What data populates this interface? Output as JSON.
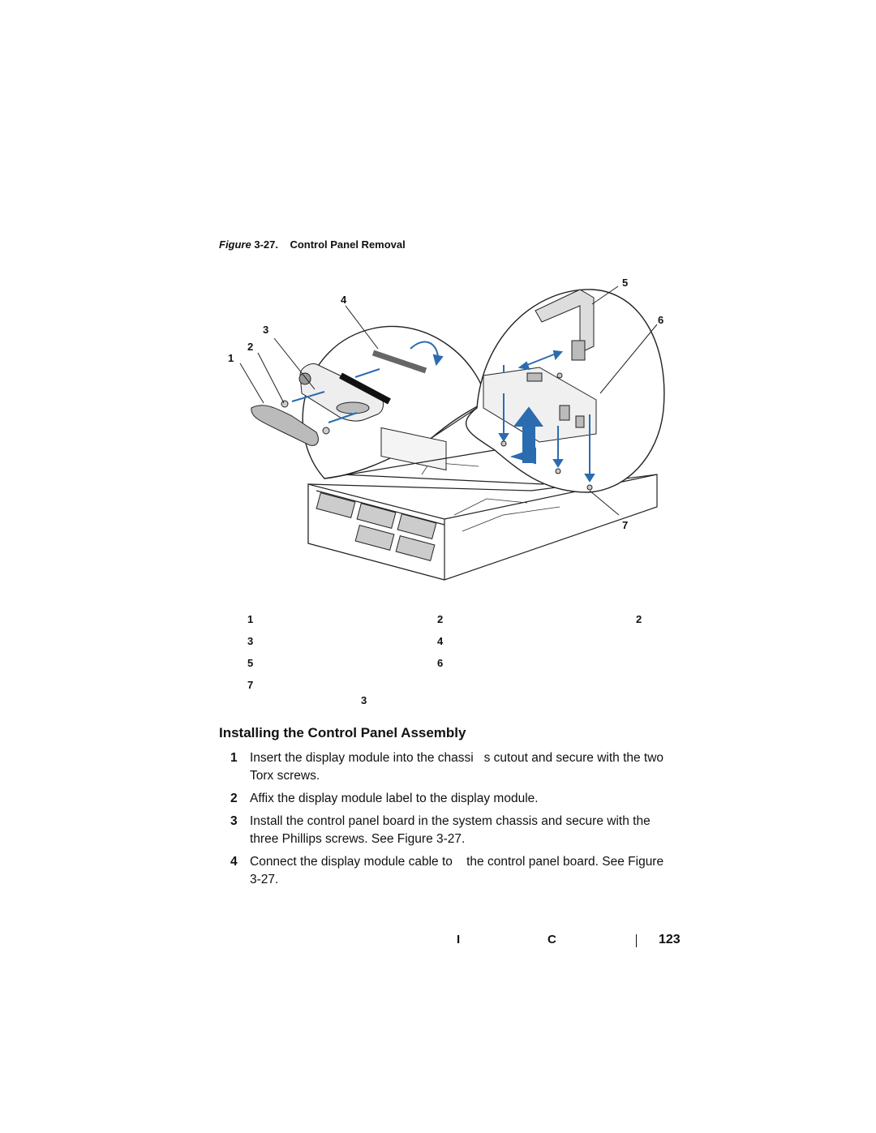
{
  "figure": {
    "caption_prefix": "Figure",
    "caption_number": " 3-27.",
    "caption_title": "Control Panel Removal",
    "callouts": [
      "1",
      "2",
      "3",
      "4",
      "5",
      "6",
      "7"
    ]
  },
  "legend": {
    "numbers": [
      "1",
      "2",
      "2",
      "3",
      "4",
      "5",
      "6",
      "7",
      "3"
    ]
  },
  "section": {
    "title": "Installing the Control Panel Assembly"
  },
  "steps": [
    {
      "num": "1",
      "text": "Insert the display module into the chassi   s cutout and secure with the two Torx screws."
    },
    {
      "num": "2",
      "text": "Affix the display module label to the display module."
    },
    {
      "num": "3",
      "text": "Install the control panel board in the system chassis and secure with the three Phillips screws. See Figure 3-27."
    },
    {
      "num": "4",
      "text": "Connect the display module cable to    the control panel board. See Figure 3-27."
    }
  ],
  "footer": {
    "left_char": "I",
    "mid_char": "C",
    "page_number": "123"
  }
}
